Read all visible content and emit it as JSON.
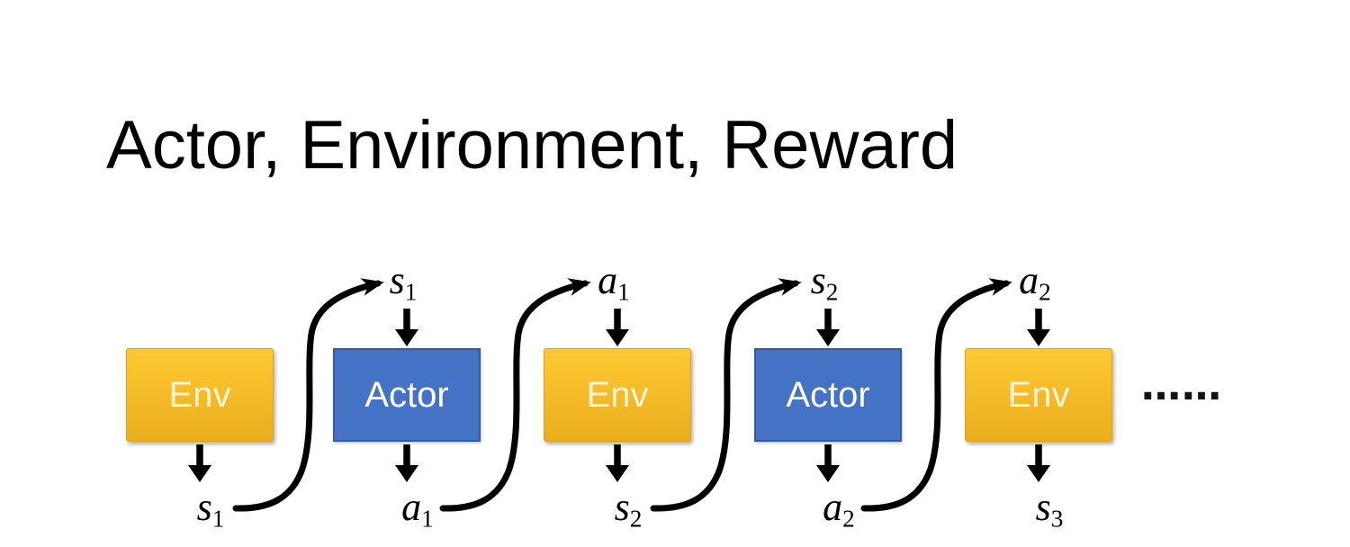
{
  "title": "Actor, Environment, Reward",
  "ellipsis": "……",
  "colors": {
    "env_top": "#FFC933",
    "env_bottom": "#E9AE1C",
    "env_border": "#DCA418",
    "env_text": "#FCF5D8",
    "actor_fill": "#4472C4",
    "actor_border": "#38599B",
    "actor_text": "#FFFFFF",
    "arrow": "#000000",
    "title_color": "#000000",
    "bg": "#FFFFFF"
  },
  "sequence": [
    {
      "box": "Env",
      "type": "env",
      "top_main": "",
      "top_sub": "",
      "bottom_main": "s",
      "bottom_sub": "1"
    },
    {
      "box": "Actor",
      "type": "actor",
      "top_main": "s",
      "top_sub": "1",
      "bottom_main": "a",
      "bottom_sub": "1"
    },
    {
      "box": "Env",
      "type": "env",
      "top_main": "a",
      "top_sub": "1",
      "bottom_main": "s",
      "bottom_sub": "2"
    },
    {
      "box": "Actor",
      "type": "actor",
      "top_main": "s",
      "top_sub": "2",
      "bottom_main": "a",
      "bottom_sub": "2"
    },
    {
      "box": "Env",
      "type": "env",
      "top_main": "a",
      "top_sub": "2",
      "bottom_main": "s",
      "bottom_sub": "3"
    }
  ]
}
